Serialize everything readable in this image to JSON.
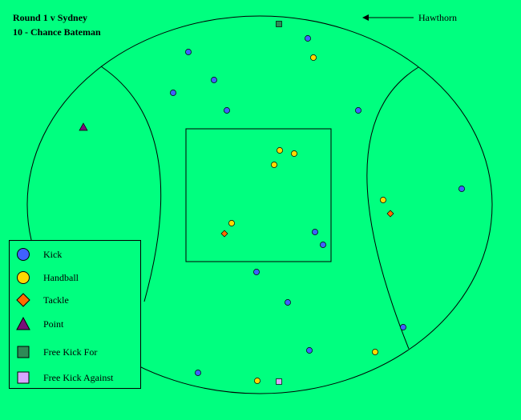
{
  "header": {
    "title_line_1": "Round 1 v Sydney",
    "title_line_2": "10 - Chance Bateman"
  },
  "direction": {
    "label": "Hawthorn"
  },
  "colors": {
    "background": "#00ff7f",
    "kick": "#4060ff",
    "handball": "#ffd800",
    "tackle": "#ff6a00",
    "point": "#7a0f7a",
    "free_kick_for": "#2e8b57",
    "free_kick_against": "#d7a6ff"
  },
  "legend": {
    "items": [
      {
        "key": "kick",
        "label": "Kick",
        "icon": "blue-circle"
      },
      {
        "key": "handball",
        "label": "Handball",
        "icon": "yellow-circle"
      },
      {
        "key": "tackle",
        "label": "Tackle",
        "icon": "orange-diamond"
      },
      {
        "key": "point",
        "label": "Point",
        "icon": "purple-triangle"
      },
      {
        "key": "free_kick_for",
        "label": "Free Kick For",
        "icon": "green-square"
      },
      {
        "key": "free_kick_against",
        "label": "Free Kick Against",
        "icon": "lilac-square"
      }
    ]
  }
}
